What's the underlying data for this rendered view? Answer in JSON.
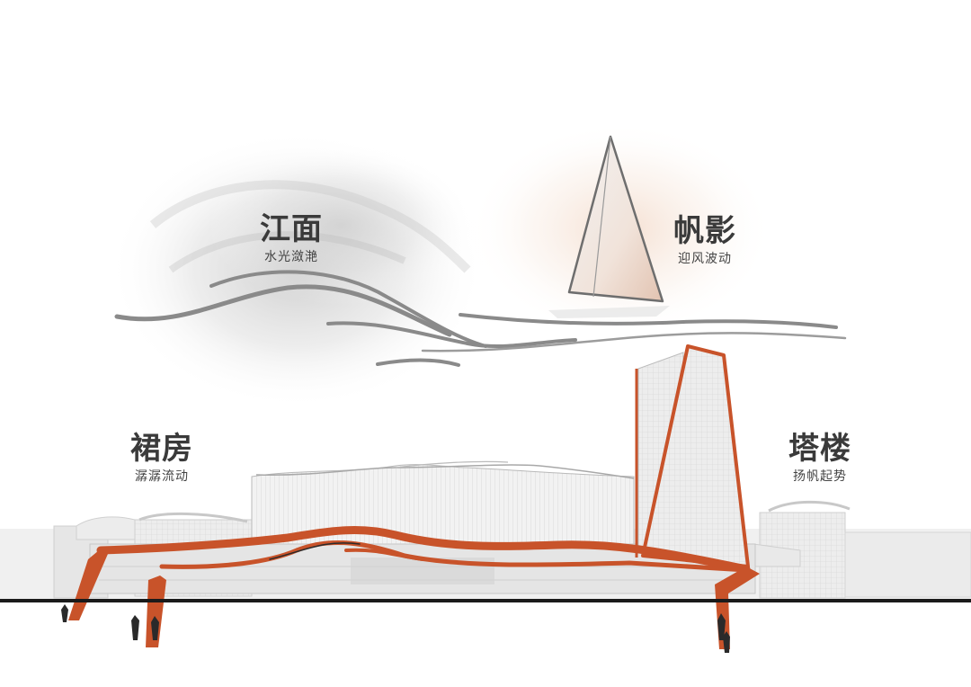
{
  "labels": {
    "jiangmian": {
      "title": "江面",
      "subtitle": "水光潋滟"
    },
    "fanying": {
      "title": "帆影",
      "subtitle": "迎风波动"
    },
    "qunfang": {
      "title": "裙房",
      "subtitle": "潺潺流动"
    },
    "talou": {
      "title": "塔楼",
      "subtitle": "扬帆起势"
    }
  },
  "colors": {
    "accent": "#c8532a",
    "wave": "#8a8a8a",
    "ground": "#1a1a1a",
    "building": "#d9d9d9"
  }
}
